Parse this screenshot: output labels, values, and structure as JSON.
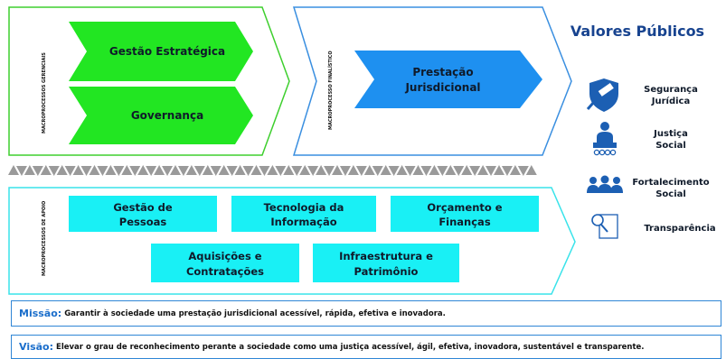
{
  "gerenciais": {
    "label": "MACROPROCESSOS GERENCIAIS",
    "items": [
      {
        "lines": [
          "Gestão Estratégica"
        ]
      },
      {
        "lines": [
          "Governança"
        ]
      }
    ]
  },
  "finalistico": {
    "label": "MACROPROCESSO FINALÍSTICO",
    "item": {
      "lines": [
        "Prestação",
        "Jurisdicional"
      ]
    }
  },
  "apoio": {
    "label": "MACROPROCESSOS DE APOIO",
    "items": [
      {
        "lines": [
          "Gestão de",
          "Pessoas"
        ]
      },
      {
        "lines": [
          "Tecnologia da",
          "Informação"
        ]
      },
      {
        "lines": [
          "Orçamento e",
          "Finanças"
        ]
      },
      {
        "lines": [
          "Aquisições e",
          "Contratações"
        ]
      },
      {
        "lines": [
          "Infraestrutura e",
          "Patrimônio"
        ]
      }
    ]
  },
  "valores": {
    "title": "Valores Públicos",
    "items": [
      {
        "icon": "gavel-shield-icon",
        "lines": [
          "Segurança",
          "Jurídica"
        ]
      },
      {
        "icon": "person-podium-icon",
        "lines": [
          "Justiça",
          "Social"
        ]
      },
      {
        "icon": "people-group-icon",
        "lines": [
          "Fortalecimento",
          "Social"
        ]
      },
      {
        "icon": "magnifier-document-icon",
        "lines": [
          "Transparência"
        ]
      }
    ]
  },
  "missao": {
    "label": "Missão:",
    "text": "Garantir à sociedade uma prestação jurisdicional acessível, rápida, efetiva e inovadora."
  },
  "visao": {
    "label": "Visão:",
    "text": "Elevar o grau de reconhecimento perante a sociedade como uma justiça acessível, ágil, efetiva, inovadora, sustentável e transparente."
  },
  "colors": {
    "green": "#22e622",
    "green_border": "#3ecf2e",
    "blue": "#1e90f0",
    "blue_border": "#3a8fe0",
    "cyan": "#19f0f5",
    "cyan_border": "#39e3ea",
    "triangle": "#9a9a9a",
    "title_blue": "#17438f",
    "icon_blue": "#1c5fb3"
  }
}
